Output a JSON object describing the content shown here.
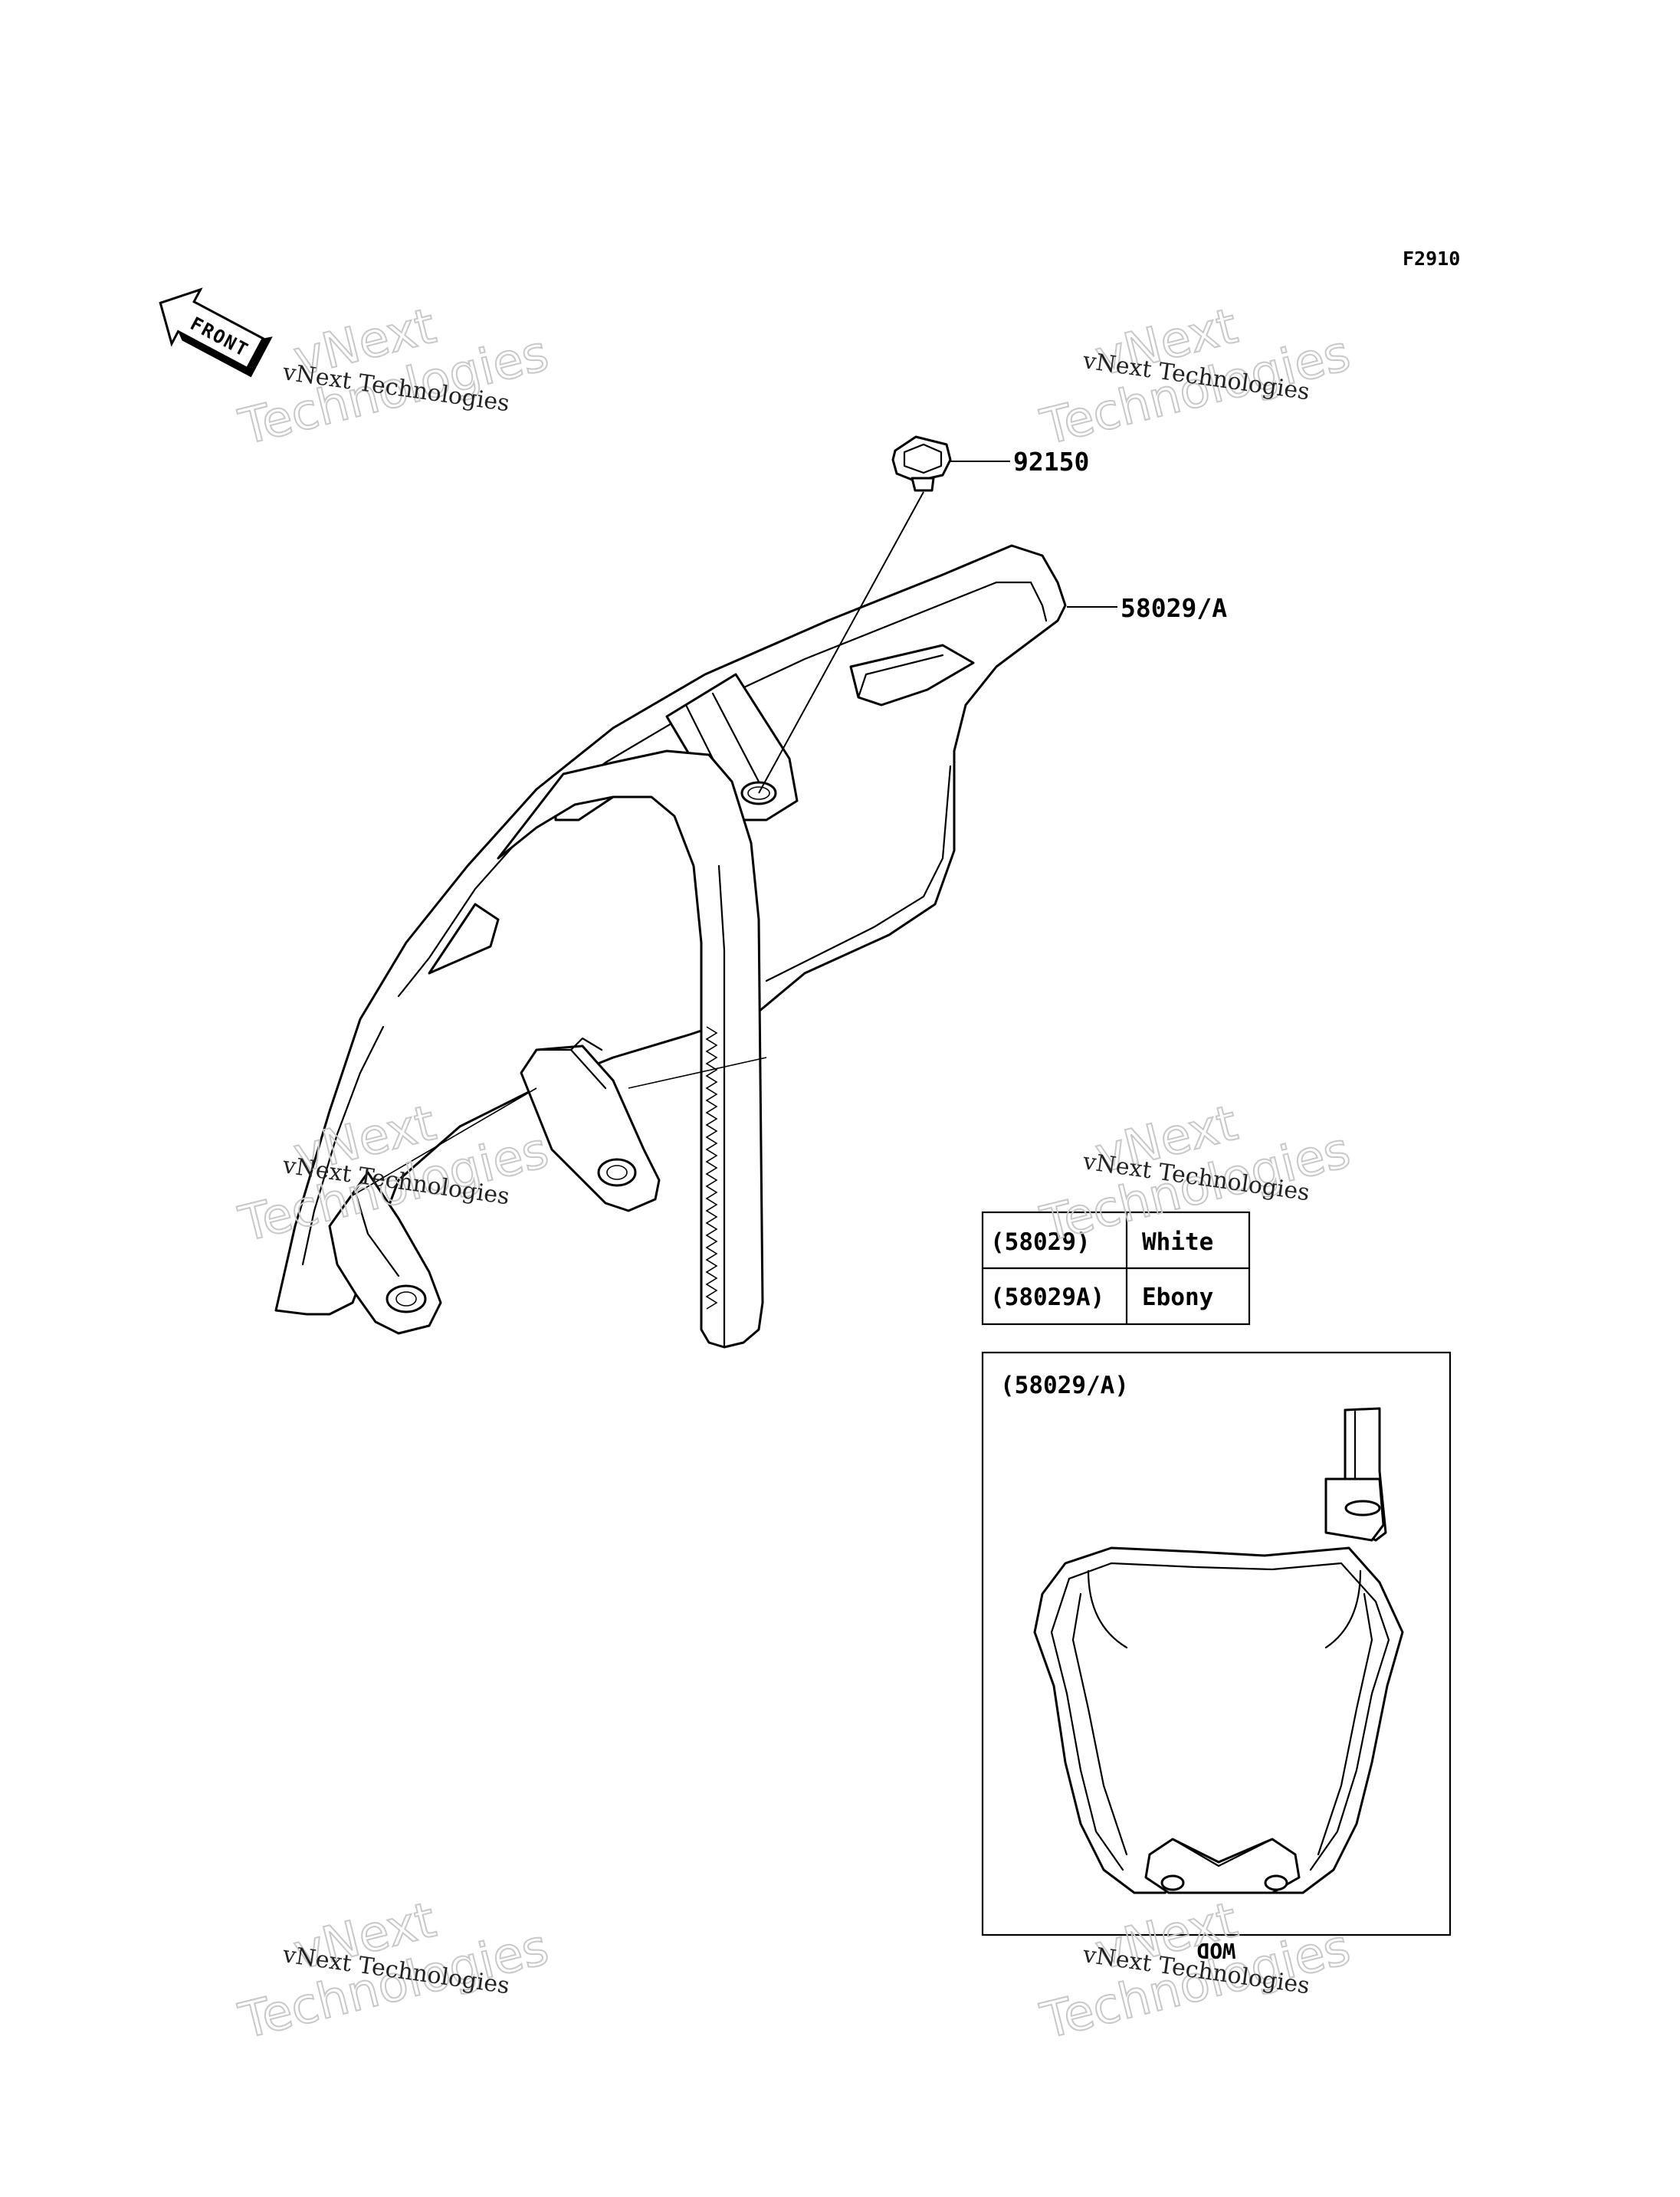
{
  "figure_code": "F2910",
  "front_indicator": {
    "label": "FRONT",
    "icon": "front-arrow-icon"
  },
  "callouts": [
    {
      "id": "bolt",
      "part_number": "92150"
    },
    {
      "id": "number-plate",
      "part_number": "58029/A"
    }
  ],
  "color_table": {
    "rows": [
      {
        "code": "(58029)",
        "color": "White"
      },
      {
        "code": "(58029A)",
        "color": "Ebony"
      }
    ]
  },
  "inset": {
    "title": "(58029/A)",
    "note": "WOD"
  },
  "watermark": {
    "line1": "vNext",
    "line2": "Technologies",
    "small": "vNext Technologies"
  }
}
